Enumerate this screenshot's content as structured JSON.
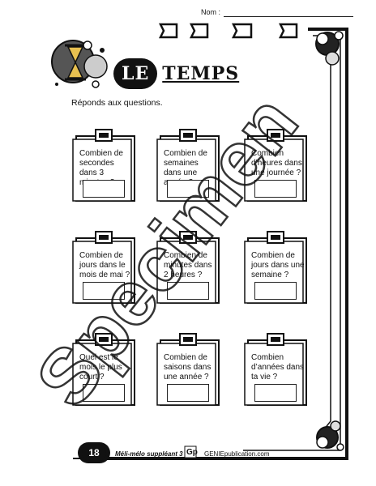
{
  "header": {
    "name_label": "Nom :"
  },
  "title": {
    "part1": "LE",
    "part2": "TEMPS"
  },
  "instruction": "Réponds aux questions.",
  "cards": [
    {
      "question": "Combien de secondes dans 3 minutes ?"
    },
    {
      "question": "Combien de semaines dans une année ?"
    },
    {
      "question": "Combien d’heures dans une journée ?"
    },
    {
      "question": "Combien de jours dans le mois de mai ?"
    },
    {
      "question": "Combien de minutes dans 2 heures ?"
    },
    {
      "question": "Combien de jours dans une semaine ?"
    },
    {
      "question": "Quel est le mois le plus court ?"
    },
    {
      "question": "Combien de saisons dans une année ?"
    },
    {
      "question": "Combien d’années dans ta vie ?"
    }
  ],
  "footer": {
    "page_number": "18",
    "book": "Méli-mélo suppléant 3",
    "logo": "Gp",
    "site": "GENIEpublication.com"
  },
  "watermark": "Specimen"
}
